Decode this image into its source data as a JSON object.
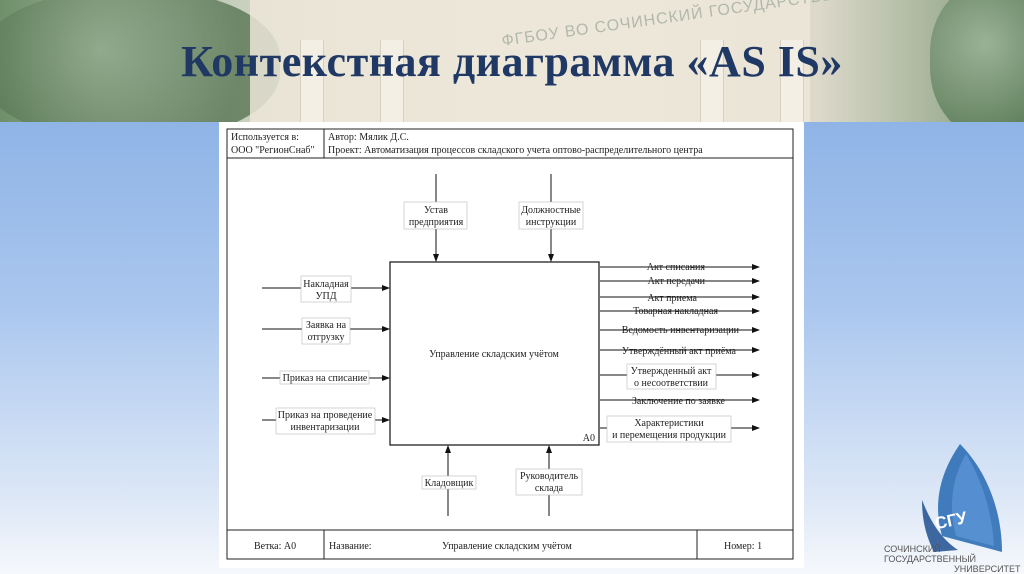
{
  "slide": {
    "title": "Контекстная диаграмма «AS IS»",
    "background_sign": "ФГБОУ ВО СОЧИНСКИЙ ГОСУДАРСТВЕННЫЙ"
  },
  "colors": {
    "title": "#1f3864",
    "accent_blue": "#2f6fb6"
  },
  "header": {
    "used_in_label": "Используется в:",
    "used_in_value": "ООО \"РегионСнаб\"",
    "author": "Автор: Мялик Д.С.",
    "project": "Проект: Автоматизация процессов складского учета оптово-распределительного центра"
  },
  "box": {
    "title": "Управление складским учётом",
    "code": "A0"
  },
  "controls": [
    "Устав предприятия",
    "Должностные инструкции"
  ],
  "inputs": [
    "Накладная УПД",
    "Заявка на отгрузку",
    "Приказ на списание",
    "Приказ на проведение инвентаризации"
  ],
  "outputs": [
    "Акт списания",
    "Акт передачи",
    "Акт приема",
    "Товарная накладная",
    "Ведомость инвентаризации",
    "Утверждённый акт приёма",
    "Утвержденный акт о несоответствии",
    "Заключение по заявке",
    "Характеристики и перемещения продукции"
  ],
  "mechanisms": [
    "Кладовщик",
    "Руководитель склада"
  ],
  "footer": {
    "node": "Ветка: A0",
    "name_label": "Название:",
    "name_value": "Управление складским учётом",
    "number": "Номер: 1"
  },
  "logo": {
    "abbr": "СГУ",
    "line1": "СОЧИНСКИЙ",
    "line2": "ГОСУДАРСТВЕННЫЙ",
    "line3": "УНИВЕРСИТЕТ"
  }
}
